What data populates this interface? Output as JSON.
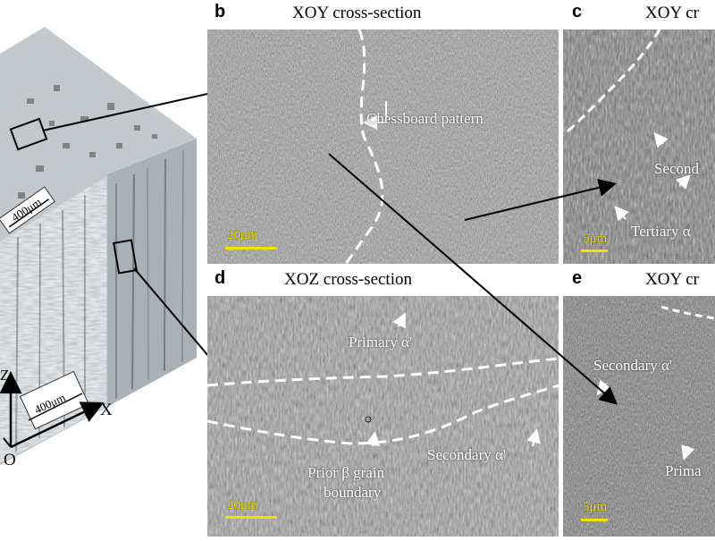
{
  "cube": {
    "top_scale": "400μm",
    "front_scale": "400μm",
    "axis_x": "X",
    "axis_z": "Z",
    "origin": "O"
  },
  "panel_b": {
    "letter": "b",
    "title": "XOY cross-section",
    "annotation": "Chessboard pattern",
    "scale": "20μm"
  },
  "panel_c": {
    "letter": "c",
    "title": "XOY cr",
    "annotation_1": "Second",
    "annotation_2": "Tertiary α",
    "scale": "5μm"
  },
  "panel_d": {
    "letter": "d",
    "title": "XOZ cross-section",
    "annotation_1": "Primary α'",
    "annotation_2": "Secondary α'",
    "annotation_3a": "Prior β grain",
    "annotation_3b": "boundary",
    "scale": "20μm"
  },
  "panel_e": {
    "letter": "e",
    "title": "XOY cr",
    "annotation_1": "Secondary α'",
    "annotation_2": "Prima",
    "scale": "5μm"
  }
}
